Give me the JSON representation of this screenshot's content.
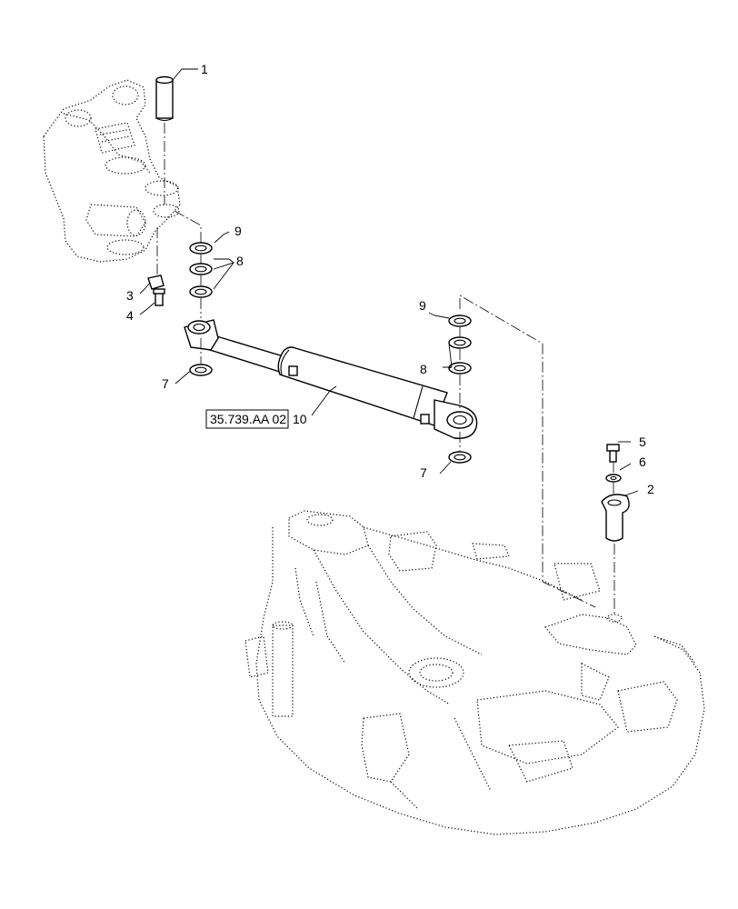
{
  "reference_box": {
    "label": "35.739.AA 02"
  },
  "callouts": [
    {
      "id": "c1",
      "label": "1"
    },
    {
      "id": "c2",
      "label": "2"
    },
    {
      "id": "c3",
      "label": "3"
    },
    {
      "id": "c4",
      "label": "4"
    },
    {
      "id": "c5",
      "label": "5"
    },
    {
      "id": "c6",
      "label": "6"
    },
    {
      "id": "c7a",
      "label": "7"
    },
    {
      "id": "c7b",
      "label": "7"
    },
    {
      "id": "c8a",
      "label": "8"
    },
    {
      "id": "c8b",
      "label": "8"
    },
    {
      "id": "c9a",
      "label": "9"
    },
    {
      "id": "c9b",
      "label": "9"
    },
    {
      "id": "c10",
      "label": "10"
    }
  ]
}
